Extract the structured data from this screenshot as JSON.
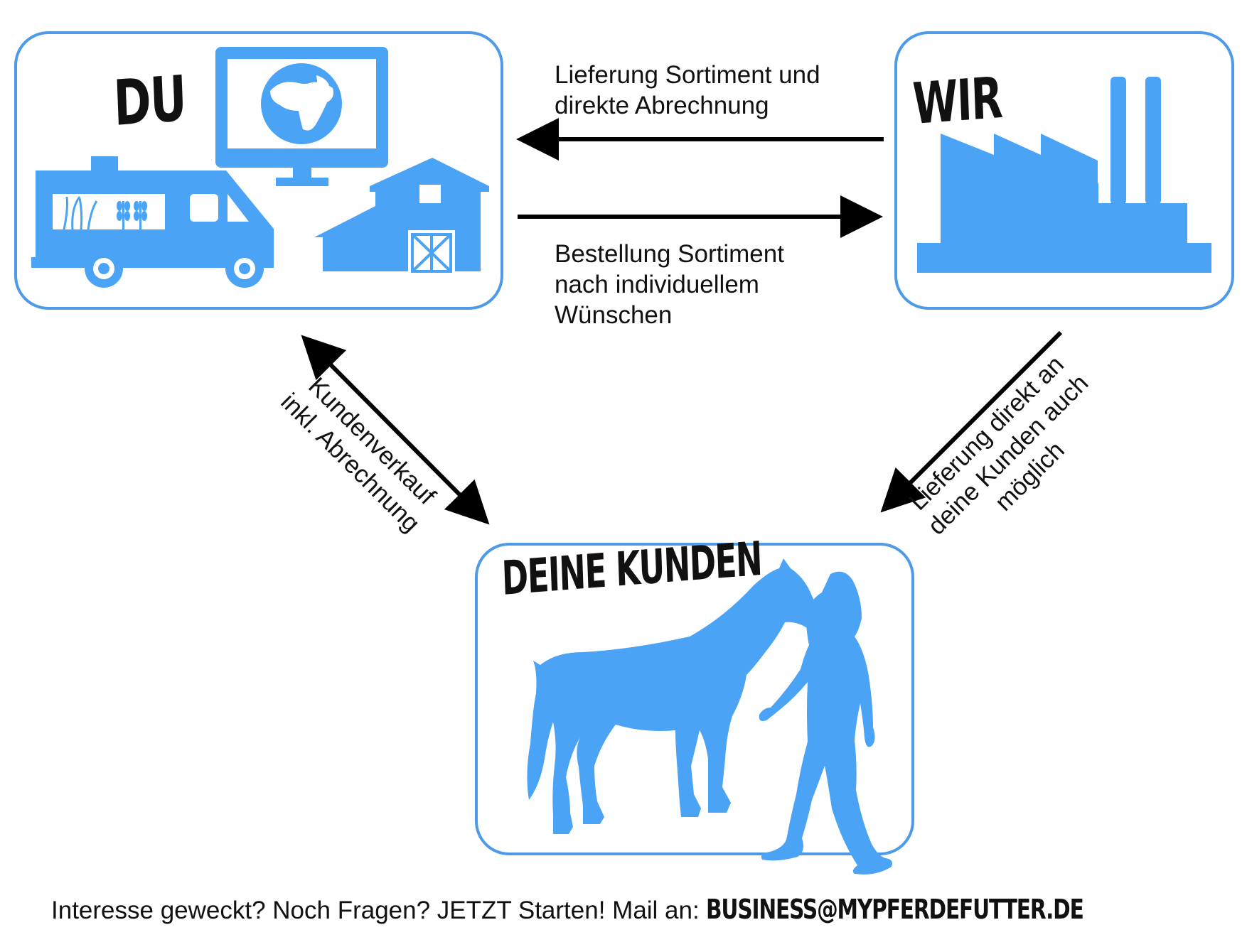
{
  "nodes": {
    "du": {
      "title": "DU"
    },
    "wir": {
      "title": "WIR"
    },
    "kunden": {
      "title": "DEINE KUNDEN"
    }
  },
  "edges": {
    "wir_to_du": {
      "lines": [
        "Lieferung Sortiment und",
        "direkte Abrechnung"
      ]
    },
    "du_to_wir": {
      "lines": [
        "Bestellung Sortiment",
        "nach individuellem",
        "Wünschen"
      ]
    },
    "du_kunden": {
      "lines": [
        "Kundenverkauf",
        "inkl. Abrechnung"
      ]
    },
    "wir_to_kunden": {
      "lines": [
        "Lieferung direkt an",
        "deine Kunden auch",
        "möglich"
      ]
    }
  },
  "footer": {
    "text": "Interesse geweckt? Noch Fragen? JETZT Starten!  Mail an: ",
    "email": "BUSINESS@MYPFERDEFUTTER.DE"
  },
  "colors": {
    "accent": "#4d9be8",
    "fill": "#4aa3f5",
    "text": "#111111"
  },
  "icons": [
    "van-icon",
    "monitor-globe-icon",
    "barn-icon",
    "factory-icon",
    "horse-icon",
    "woman-icon"
  ]
}
